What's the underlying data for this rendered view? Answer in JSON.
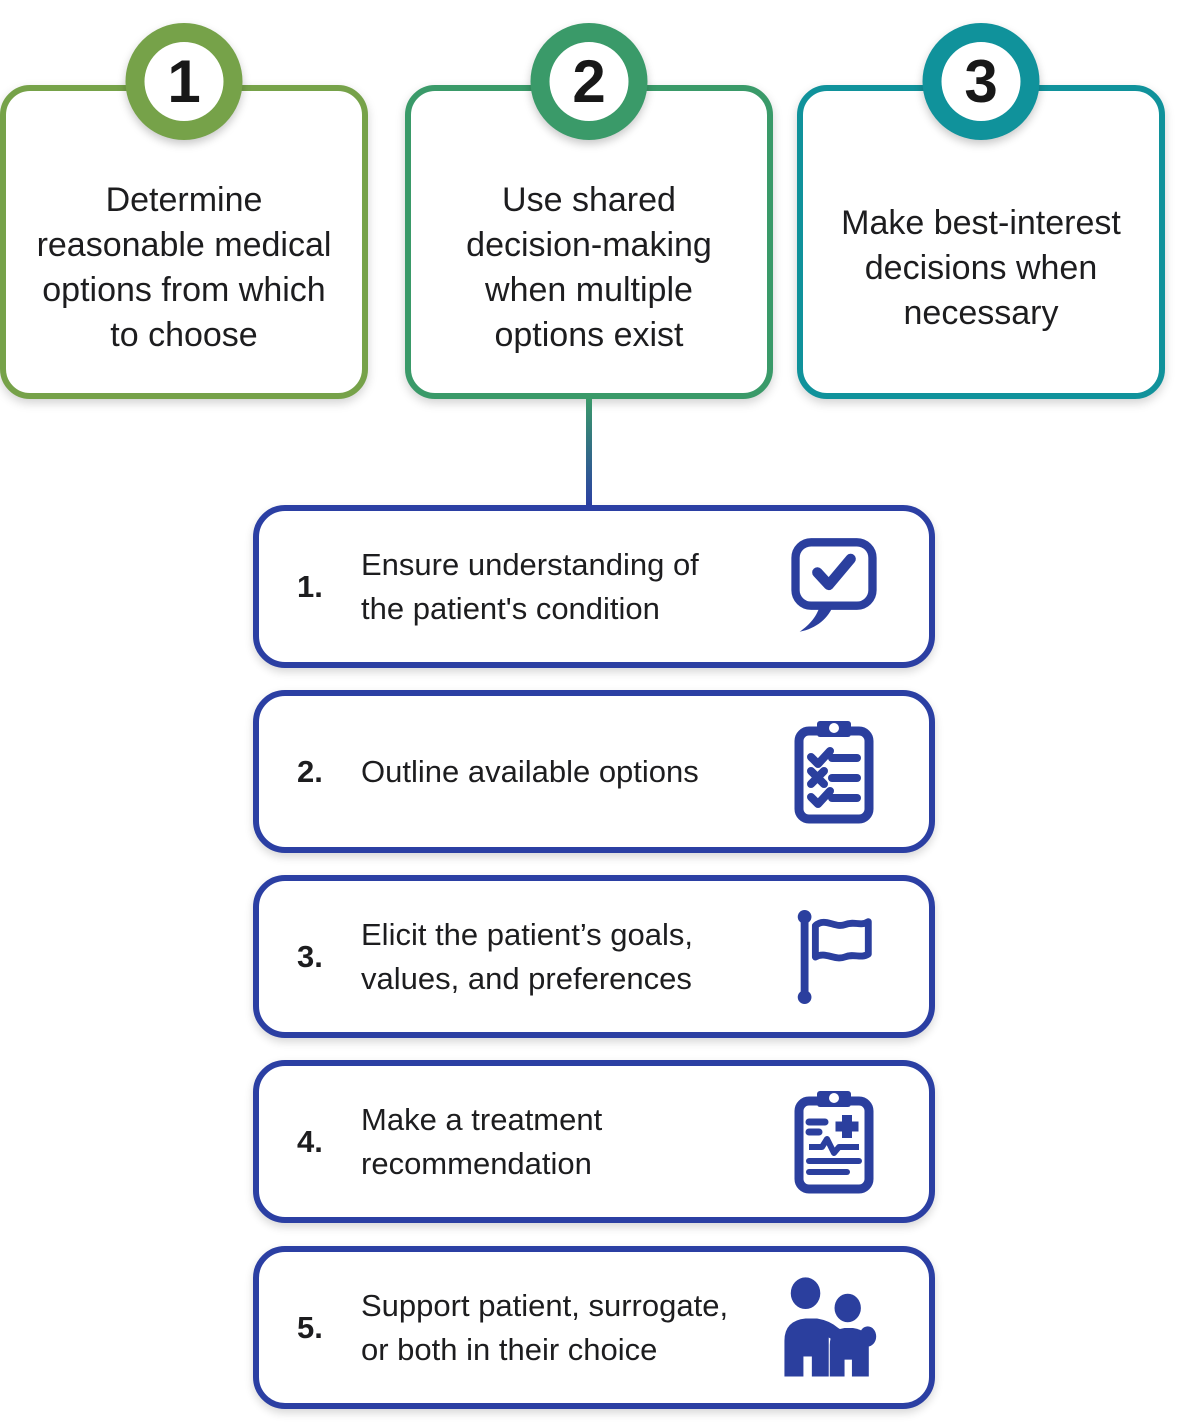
{
  "figure": {
    "top_steps": [
      {
        "number": "1",
        "lines": [
          "Determine",
          "reasonable medical",
          "options from which",
          "to choose"
        ],
        "accent_color": "#76A249"
      },
      {
        "number": "2",
        "lines": [
          "Use shared",
          "decision-making",
          "when multiple",
          "options exist"
        ],
        "accent_color": "#3A9A69"
      },
      {
        "number": "3",
        "lines": [
          "Make best-interest",
          "decisions when",
          "necessary"
        ],
        "accent_color": "#10929B"
      }
    ],
    "sub_steps": [
      {
        "number": "1.",
        "lines": [
          "Ensure understanding of",
          "the patient's condition"
        ],
        "icon": "speech-bubble-check-icon"
      },
      {
        "number": "2.",
        "lines": [
          "Outline available options"
        ],
        "icon": "clipboard-checklist-icon"
      },
      {
        "number": "3.",
        "lines": [
          "Elicit the patient’s goals,",
          "values, and preferences"
        ],
        "icon": "flag-icon"
      },
      {
        "number": "4.",
        "lines": [
          "Make a treatment",
          "recommendation"
        ],
        "icon": "clipboard-medical-icon"
      },
      {
        "number": "5.",
        "lines": [
          "Support patient, surrogate,",
          "or both in their choice"
        ],
        "icon": "people-support-icon"
      }
    ],
    "colors": {
      "step1_green": "#76A249",
      "step2_green": "#3A9A69",
      "step3_teal": "#10929B",
      "substep_border_blue": "#2B3FA3",
      "icon_blue": "#2B3F9E",
      "connector_gradient_top": "#3A9A69",
      "connector_gradient_bottom": "#2B3FA3",
      "text": "#1D1D1F",
      "background": "#FFFFFF"
    }
  }
}
